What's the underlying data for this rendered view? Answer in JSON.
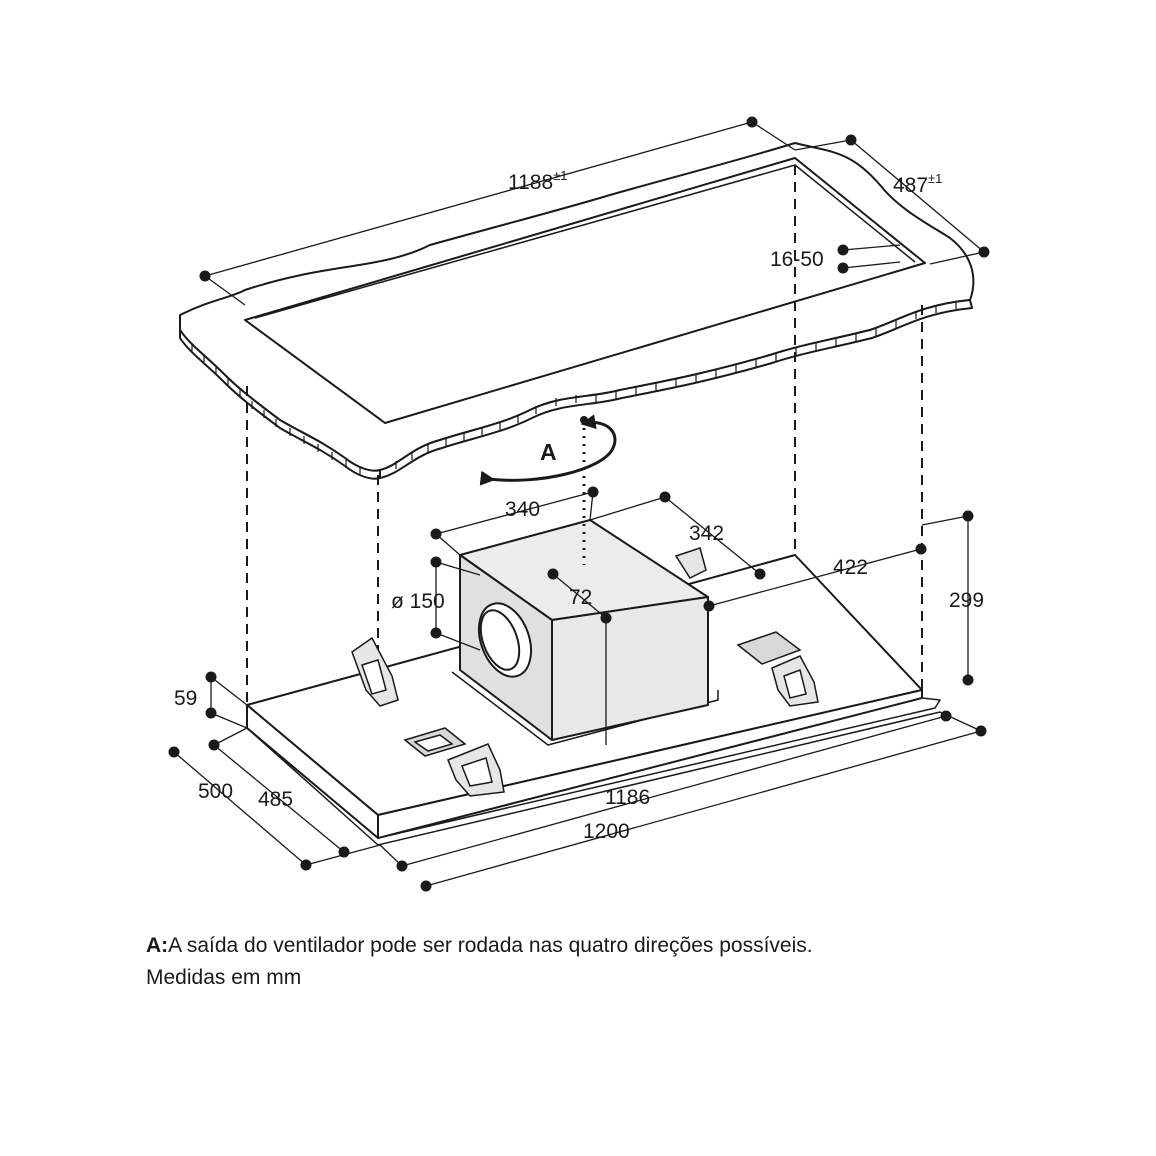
{
  "dimensions": {
    "cutout_length": "1188",
    "cutout_length_tol": "±1",
    "cutout_depth": "487",
    "cutout_depth_tol": "±1",
    "worktop_thickness": "16-50",
    "motor_width": "340",
    "motor_depth": "342",
    "outlet_offset": "72",
    "outlet_diameter": "ø 150",
    "rear_offset": "422",
    "total_height": "299",
    "panel_height": "59",
    "panel_depth_outer": "500",
    "panel_depth_inner": "485",
    "panel_length_inner": "1186",
    "panel_length_outer": "1200"
  },
  "rotation_label": "A",
  "caption": {
    "key": "A:",
    "text": "A saída do ventilador pode ser rodada nas quatro direções possíveis.",
    "units": "Medidas em mm"
  },
  "colors": {
    "line": "#1a1a1a",
    "box_fill": "#e6e6e6",
    "panel_fill": "#ffffff"
  }
}
